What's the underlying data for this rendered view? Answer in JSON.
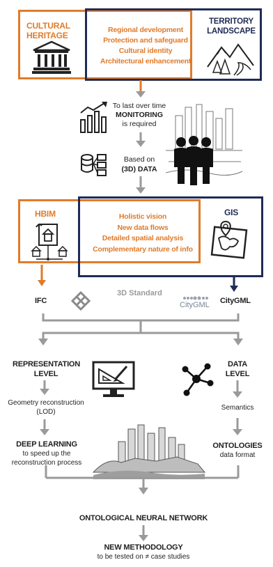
{
  "top": {
    "left_title": [
      "CULTURAL",
      "HERITAGE"
    ],
    "right_title": [
      "TERRITORY",
      "LANDSCAPE"
    ],
    "items": [
      "Regional development",
      "Protection and safeguard",
      "Cultural identity",
      "Architectural enhancement"
    ]
  },
  "monitoring": {
    "line1": "To last over time",
    "line2": "MONITORING",
    "line3": "is required"
  },
  "data3d": {
    "line1": "Based on",
    "line2": "(3D) DATA"
  },
  "middle": {
    "left_title": "HBIM",
    "right_title": "GIS",
    "items": [
      "Holistic vision",
      "New data flows",
      "Detailed spatial analysis",
      "Complementary nature of info"
    ]
  },
  "standards": {
    "ifc": "IFC",
    "center": "3D Standard",
    "citygml_logo": "CityGML",
    "citygml": "CityGML"
  },
  "left_branch": {
    "title": [
      "REPRESENTATION",
      "LEVEL"
    ],
    "step": [
      "Geometry reconstruction",
      "(LOD)"
    ],
    "dl_title": "DEEP LEARNING",
    "dl_sub": [
      "to speed up the",
      "reconstruction process"
    ]
  },
  "right_branch": {
    "title": [
      "DATA",
      "LEVEL"
    ],
    "step": "Semantics",
    "onto_title": "ONTOLOGIES",
    "onto_sub": "data format"
  },
  "bottom": {
    "network": "ONTOLOGICAL NEURAL NETWORK",
    "method_title": "NEW METHODOLOGY",
    "method_sub": "to be tested on ≠ case studies"
  },
  "colors": {
    "orange": "#e07b2a",
    "navy": "#1f2b55",
    "gray": "#9a9a9a"
  }
}
